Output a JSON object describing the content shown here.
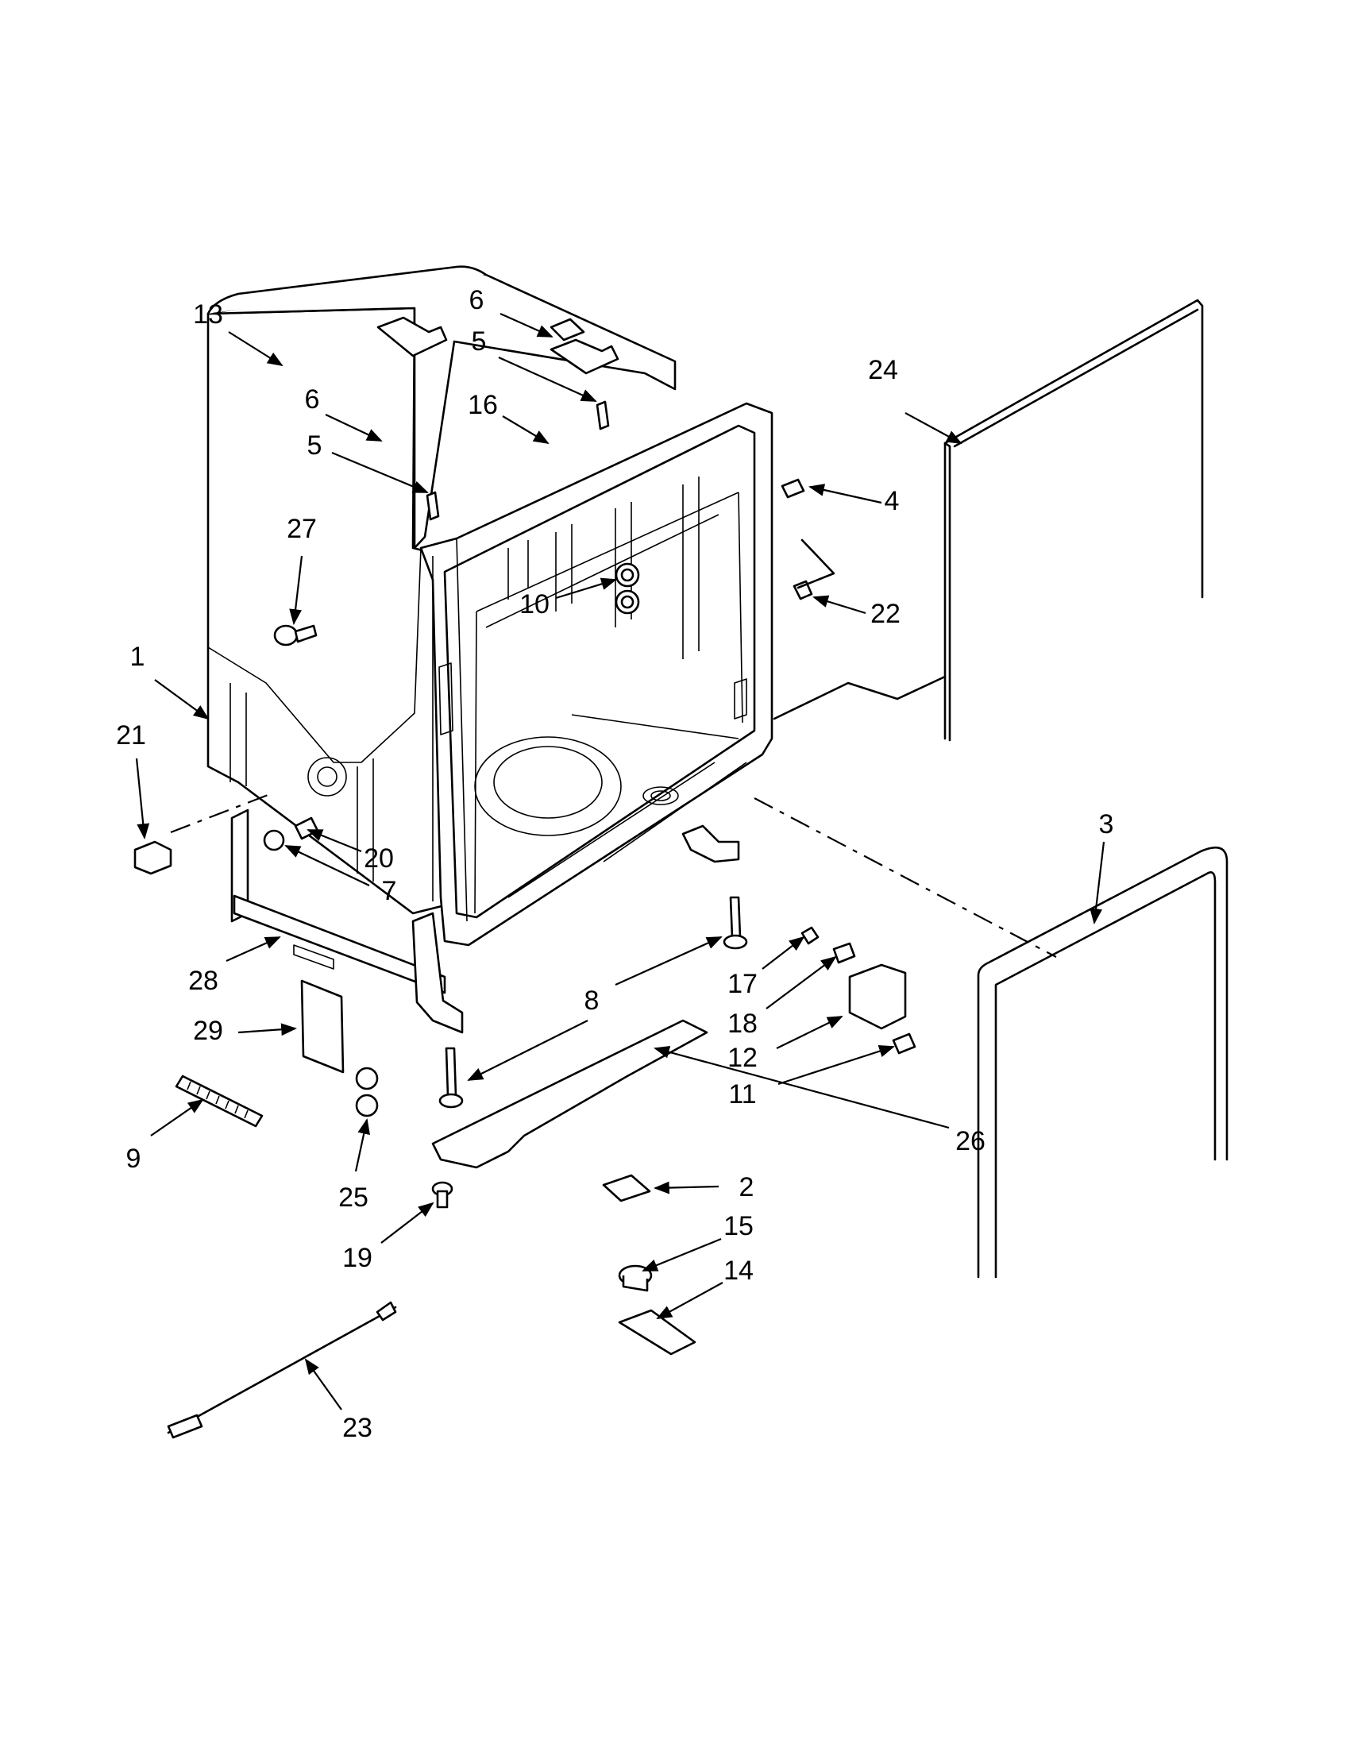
{
  "diagram": {
    "callouts": [
      {
        "id": "c13",
        "text": "13"
      },
      {
        "id": "c6a",
        "text": "6"
      },
      {
        "id": "c5a",
        "text": "5"
      },
      {
        "id": "c6b",
        "text": "6"
      },
      {
        "id": "c5b",
        "text": "5"
      },
      {
        "id": "c16",
        "text": "16"
      },
      {
        "id": "c24",
        "text": "24"
      },
      {
        "id": "c4",
        "text": "4"
      },
      {
        "id": "c27",
        "text": "27"
      },
      {
        "id": "c10",
        "text": "10"
      },
      {
        "id": "c22",
        "text": "22"
      },
      {
        "id": "c1",
        "text": "1"
      },
      {
        "id": "c21",
        "text": "21"
      },
      {
        "id": "c20",
        "text": "20"
      },
      {
        "id": "c7",
        "text": "7"
      },
      {
        "id": "c3",
        "text": "3"
      },
      {
        "id": "c28",
        "text": "28"
      },
      {
        "id": "c8",
        "text": "8"
      },
      {
        "id": "c17",
        "text": "17"
      },
      {
        "id": "c18",
        "text": "18"
      },
      {
        "id": "c29",
        "text": "29"
      },
      {
        "id": "c12",
        "text": "12"
      },
      {
        "id": "c11",
        "text": "11"
      },
      {
        "id": "c26",
        "text": "26"
      },
      {
        "id": "c9",
        "text": "9"
      },
      {
        "id": "c25",
        "text": "25"
      },
      {
        "id": "c2",
        "text": "2"
      },
      {
        "id": "c15",
        "text": "15"
      },
      {
        "id": "c19",
        "text": "19"
      },
      {
        "id": "c14",
        "text": "14"
      },
      {
        "id": "c23",
        "text": "23"
      }
    ]
  }
}
